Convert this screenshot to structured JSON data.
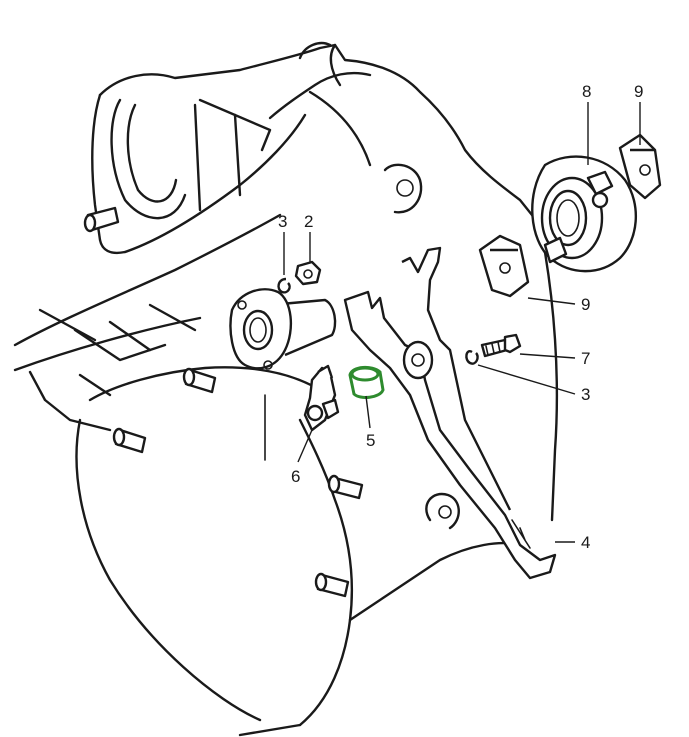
{
  "accent_color": "#2e8b2e",
  "callouts": {
    "bearing_bracket": "8",
    "clip_top": "9",
    "clip_right": "9",
    "circlip_top": "3",
    "nut": "2",
    "circlip_right": "3",
    "bolt": "7",
    "release_lever": "4",
    "bushing": "5",
    "fork_finger": "6"
  }
}
